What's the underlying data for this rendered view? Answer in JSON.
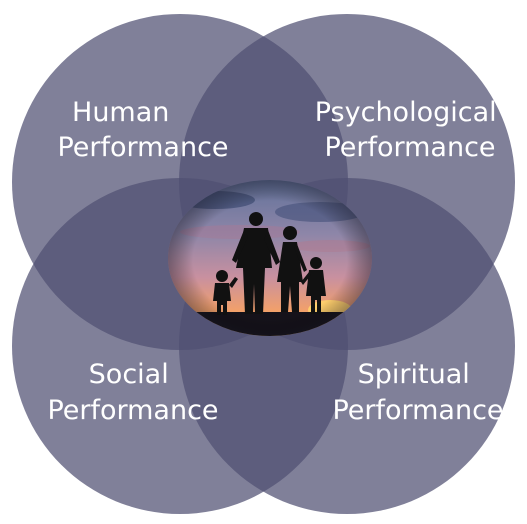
{
  "diagram": {
    "circles": [
      {
        "id": "human",
        "lines": [
          "Human",
          "Performance"
        ]
      },
      {
        "id": "psychological",
        "lines": [
          "Psychological",
          "Performance"
        ]
      },
      {
        "id": "social",
        "lines": [
          "Social",
          "Performance"
        ]
      },
      {
        "id": "spiritual",
        "lines": [
          "Spiritual",
          "Performance"
        ]
      }
    ],
    "colors": {
      "circle_fill": "#4f4f72",
      "label": "#ffffff"
    },
    "center_image": {
      "icon": "family-silhouette-sunset-icon"
    }
  }
}
